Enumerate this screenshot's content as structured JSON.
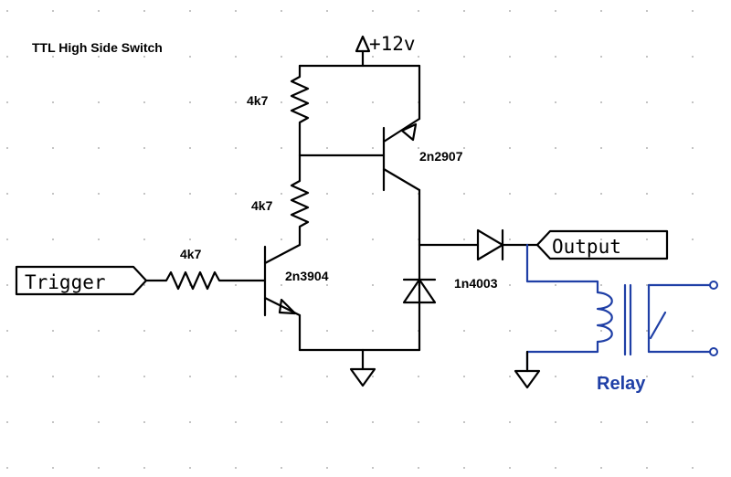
{
  "title": "TTL High Side Switch",
  "supply": "+12v",
  "components": {
    "r_top": "4k7",
    "r_mid": "4k7",
    "r_base": "4k7",
    "q_npn": "2n3904",
    "q_pnp": "2n2907",
    "diode": "1n4003"
  },
  "ports": {
    "input": "Trigger",
    "output": "Output"
  },
  "relay": {
    "label": "Relay"
  },
  "colors": {
    "wire": "#000000",
    "relay": "#1f3fa6",
    "grid": "#9a9a9a"
  }
}
